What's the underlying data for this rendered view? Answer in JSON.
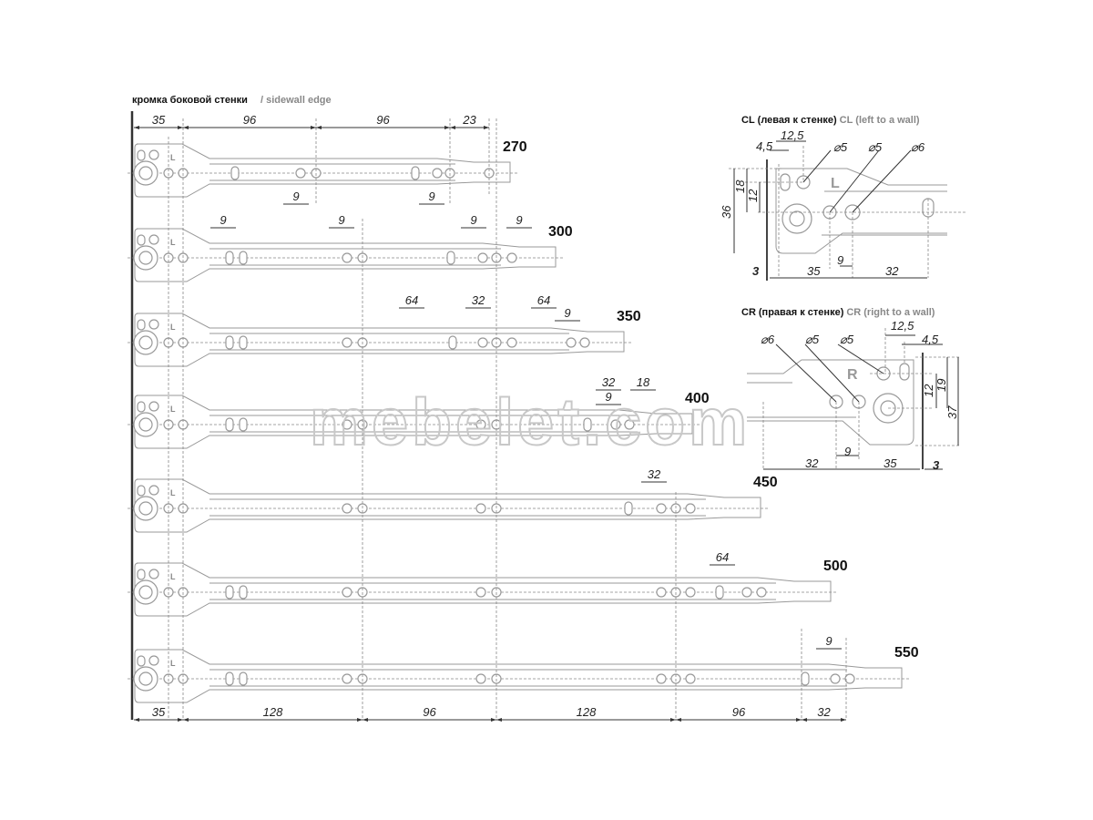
{
  "header": {
    "label_ru": "кромка боковой стенки",
    "label_en": "/ sidewall edge"
  },
  "top_dims": [
    "35",
    "96",
    "96",
    "23"
  ],
  "bottom_dims": [
    "35",
    "128",
    "96",
    "128",
    "96",
    "32"
  ],
  "rails": [
    {
      "length": "270",
      "dims": [
        "9",
        "9"
      ]
    },
    {
      "length": "300",
      "dims": [
        "9",
        "9",
        "9",
        "9"
      ]
    },
    {
      "length": "350",
      "dims": [
        "64",
        "32",
        "64",
        "9"
      ]
    },
    {
      "length": "400",
      "dims": [
        "32",
        "18",
        "9"
      ]
    },
    {
      "length": "450",
      "dims": [
        "32"
      ]
    },
    {
      "length": "500",
      "dims": [
        "64"
      ]
    },
    {
      "length": "550",
      "dims": [
        "9"
      ]
    }
  ],
  "cl": {
    "code": "CL",
    "title_ru": "(левая к стенке)",
    "code_en": "CL",
    "title_en": "(left to a wall)",
    "marker": "L",
    "dims": [
      "12,5",
      "4,5",
      "⌀5",
      "⌀5",
      "⌀6",
      "18",
      "12",
      "36",
      "3",
      "35",
      "9",
      "32"
    ]
  },
  "cr": {
    "code": "CR",
    "title_ru": "(правая к стенке)",
    "code_en": "CR",
    "title_en": "(right to a wall)",
    "marker": "R",
    "dims": [
      "12,5",
      "4,5",
      "⌀6",
      "⌀5",
      "⌀5",
      "12",
      "19",
      "37",
      "9",
      "32",
      "35",
      "3"
    ]
  },
  "watermark": "mebelet.com"
}
